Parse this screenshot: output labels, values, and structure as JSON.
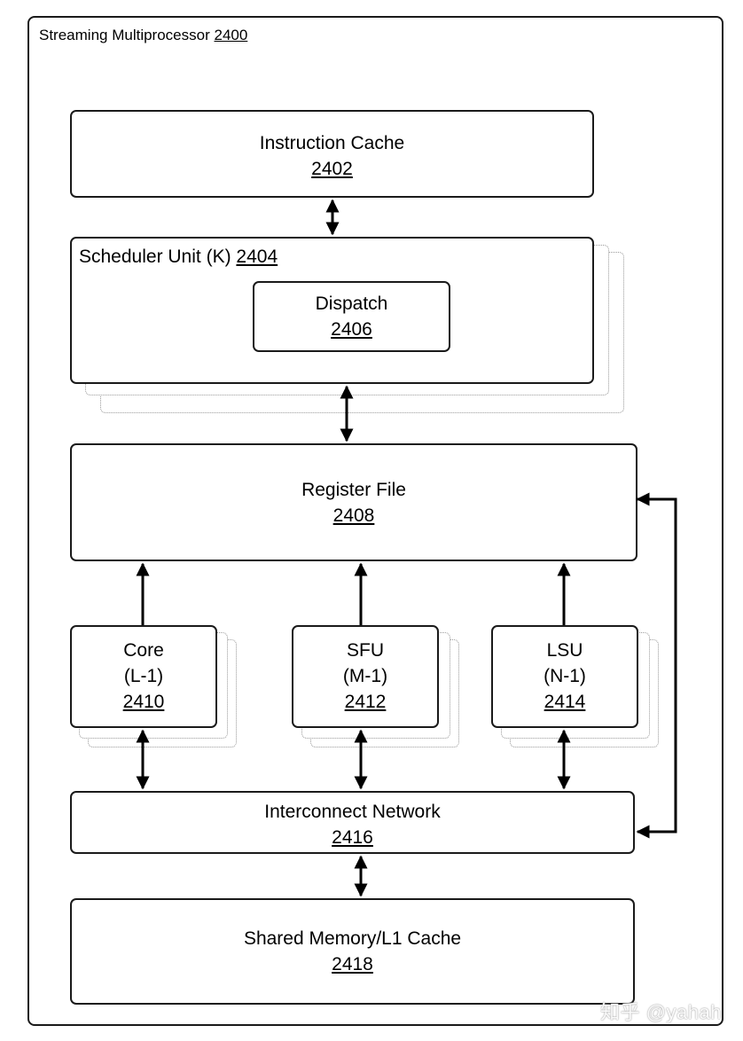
{
  "title": {
    "label": "Streaming Multiprocessor",
    "number": "2400"
  },
  "blocks": {
    "instruction_cache": {
      "label": "Instruction Cache",
      "number": "2402"
    },
    "scheduler_unit": {
      "label": "Scheduler Unit (K)",
      "number": "2404"
    },
    "dispatch": {
      "label": "Dispatch",
      "number": "2406"
    },
    "register_file": {
      "label": "Register File",
      "number": "2408"
    },
    "core": {
      "label": "Core",
      "sub": "(L-1)",
      "number": "2410"
    },
    "sfu": {
      "label": "SFU",
      "sub": "(M-1)",
      "number": "2412"
    },
    "lsu": {
      "label": "LSU",
      "sub": "(N-1)",
      "number": "2414"
    },
    "interconnect": {
      "label": "Interconnect Network",
      "number": "2416"
    },
    "shared_memory": {
      "label": "Shared Memory/L1 Cache",
      "number": "2418"
    }
  },
  "watermark": "知乎 @yahah"
}
